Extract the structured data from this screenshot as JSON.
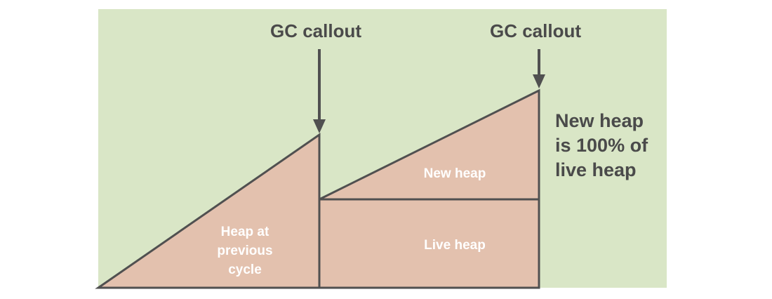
{
  "colors": {
    "background": "#d9e6c6",
    "heap_fill": "#e3c1ae",
    "stroke": "#505050",
    "text_dark": "#4a4a4a",
    "text_light": "#ffffff"
  },
  "callouts": [
    {
      "label": "GC callout"
    },
    {
      "label": "GC callout"
    }
  ],
  "regions": {
    "previous_heap": [
      "Heap at",
      "previous",
      "cycle"
    ],
    "new_heap": "New heap",
    "live_heap": "Live heap"
  },
  "note": [
    "New heap",
    "is 100% of",
    "live heap"
  ]
}
